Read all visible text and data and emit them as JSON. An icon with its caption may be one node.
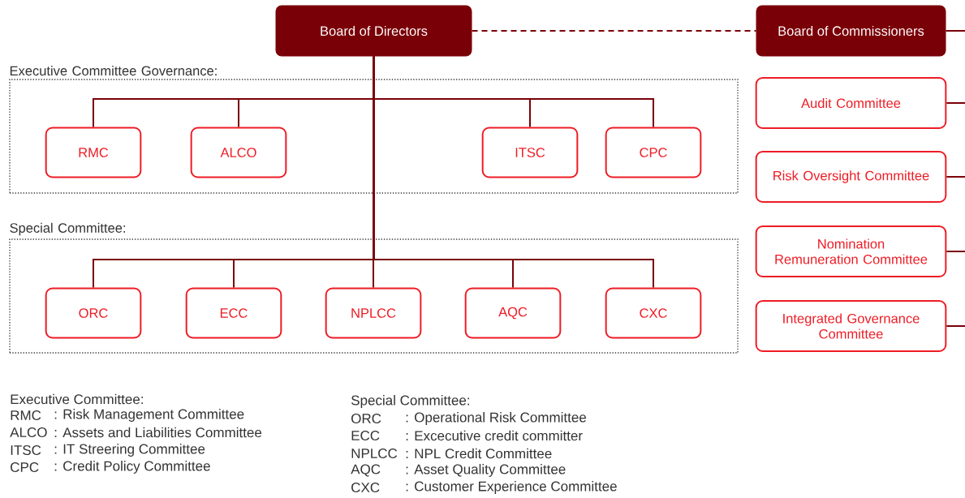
{
  "diagram": {
    "nodes": [
      {
        "text": [
          "Board of Directors"
        ]
      },
      {
        "text": [
          "Board of Commissioners"
        ]
      },
      {
        "text": [
          "Executive Committee Governance:"
        ]
      },
      {
        "text": [
          "RMC"
        ],
        "in": 2
      },
      {
        "text": [
          "ALCO"
        ],
        "in": 2
      },
      {
        "text": [
          "ITSC"
        ],
        "in": 2
      },
      {
        "text": [
          "CPC"
        ],
        "in": 2
      },
      {
        "text": [
          "Special Committee:"
        ]
      },
      {
        "text": [
          "ORC"
        ],
        "in": 7
      },
      {
        "text": [
          "ECC"
        ],
        "in": 7
      },
      {
        "text": [
          "NPLCC"
        ],
        "in": 7
      },
      {
        "text": [
          "AQC"
        ],
        "in": 7
      },
      {
        "text": [
          "CXC"
        ],
        "in": 7
      },
      {
        "text": [
          "Audit Committee"
        ]
      },
      {
        "text": [
          "Risk Oversight Committee"
        ]
      },
      {
        "text": [
          "Nomination Remuneration Committee"
        ]
      },
      {
        "text": [
          "Integrated Governance Committee"
        ]
      }
    ],
    "edges": [
      {
        "from": 0,
        "to": 1,
        "arrow": "none",
        "style": "dashed"
      },
      {
        "from": 0,
        "to": 3,
        "arrow": "none"
      },
      {
        "from": 0,
        "to": 4,
        "arrow": "none"
      },
      {
        "from": 0,
        "to": 5,
        "arrow": "none"
      },
      {
        "from": 0,
        "to": 6,
        "arrow": "none"
      },
      {
        "from": 0,
        "to": 8,
        "arrow": "none"
      },
      {
        "from": 0,
        "to": 9,
        "arrow": "none"
      },
      {
        "from": 0,
        "to": 10,
        "arrow": "none"
      },
      {
        "from": 0,
        "to": 11,
        "arrow": "none"
      },
      {
        "from": 0,
        "to": 12,
        "arrow": "none"
      },
      {
        "from": 1,
        "to": null,
        "arrow": "none"
      },
      {
        "from": 13,
        "to": null,
        "arrow": "none"
      },
      {
        "from": 14,
        "to": null,
        "arrow": "none"
      },
      {
        "from": 15,
        "to": null,
        "arrow": "none"
      },
      {
        "from": 16,
        "to": null,
        "arrow": "none"
      }
    ],
    "labels": [
      "Executive Committee:",
      "RMC",
      ": Risk Management Committee",
      "ALCO",
      ": Assets and Liabilities Committee",
      "ITSC",
      ": IT Streering Committee",
      "CPC",
      ": Credit Policy Committee",
      "Special Committee:",
      "ORC",
      ": Operational Risk Committee",
      "ECC",
      ": Excecutive credit committer",
      "NPLCC",
      ": NPL Credit Committee",
      "AQC",
      ": Asset Quality Committee",
      "CXC",
      ": Customer Experience Committee"
    ]
  }
}
